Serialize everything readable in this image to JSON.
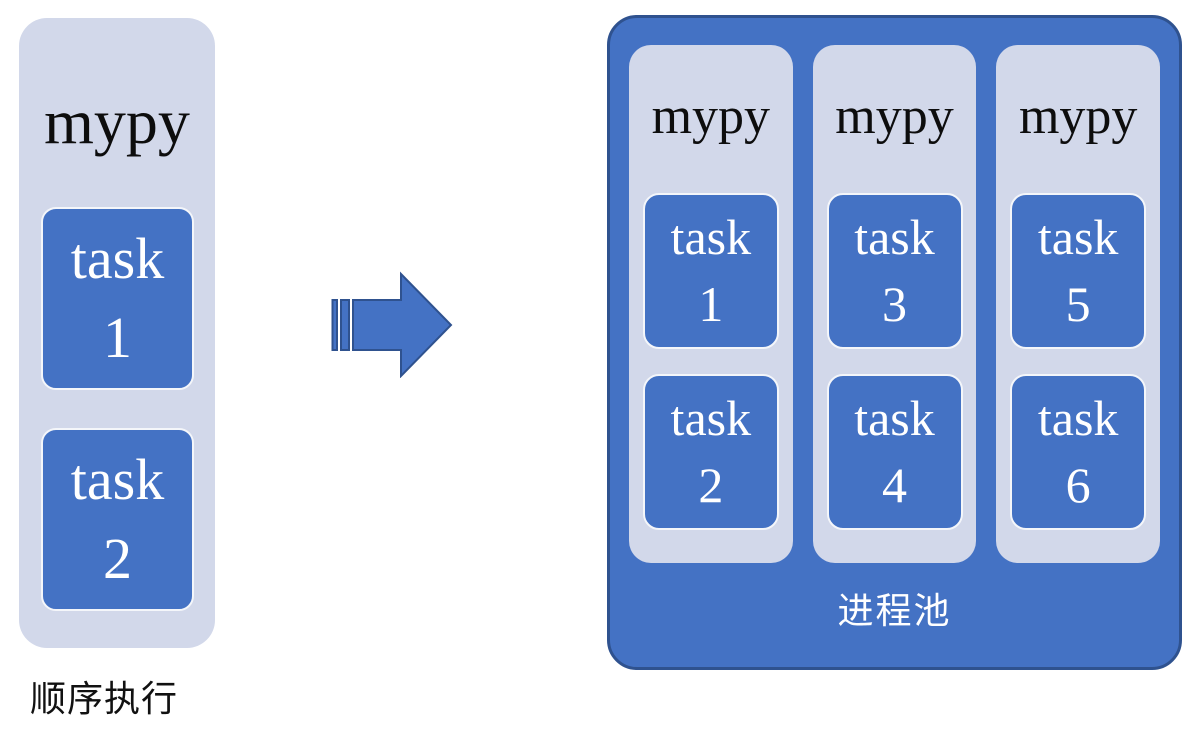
{
  "left_panel": {
    "title": "mypy",
    "tasks": [
      {
        "word": "task",
        "number": "1"
      },
      {
        "word": "task",
        "number": "2"
      }
    ],
    "caption": "顺序执行"
  },
  "arrow": {
    "icon": "striped-right-arrow"
  },
  "pool_panel": {
    "caption": "进程池",
    "workers": [
      {
        "title": "mypy",
        "tasks": [
          {
            "word": "task",
            "number": "1"
          },
          {
            "word": "task",
            "number": "2"
          }
        ]
      },
      {
        "title": "mypy",
        "tasks": [
          {
            "word": "task",
            "number": "3"
          },
          {
            "word": "task",
            "number": "4"
          }
        ]
      },
      {
        "title": "mypy",
        "tasks": [
          {
            "word": "task",
            "number": "5"
          },
          {
            "word": "task",
            "number": "6"
          }
        ]
      }
    ]
  },
  "colors": {
    "process_blue": "#4472C4",
    "outline_dark_blue": "#2F528F",
    "panel_lavender": "#D2D8EA",
    "task_border_white": "#F4F6FA",
    "text_black": "#111111",
    "text_white": "#FFFFFF"
  }
}
